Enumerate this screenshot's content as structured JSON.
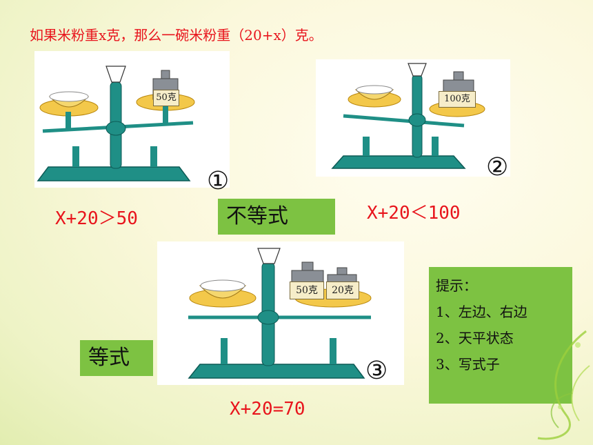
{
  "intro_text": "如果米粉重x克，那么一碗米粉重（20+x）克。",
  "scales": [
    {
      "id": "scale-1",
      "number": "①",
      "weights": [
        "50克"
      ],
      "equation": "X+20＞50"
    },
    {
      "id": "scale-2",
      "number": "②",
      "weights": [
        "100克"
      ],
      "equation": "X+20＜100"
    },
    {
      "id": "scale-3",
      "number": "③",
      "weights": [
        "50克",
        "20克"
      ],
      "equation": "X+20=70"
    }
  ],
  "labels": {
    "inequality": "不等式",
    "equation": "等式"
  },
  "hint": {
    "title": "提示：",
    "items": [
      "1、左边、右边",
      "2、天平状态",
      "3、写式子"
    ]
  },
  "colors": {
    "accent_red": "#e8141c",
    "box_green": "#7dc242",
    "scale_teal": "#1f8f86",
    "pan_yellow": "#f3c84a"
  }
}
